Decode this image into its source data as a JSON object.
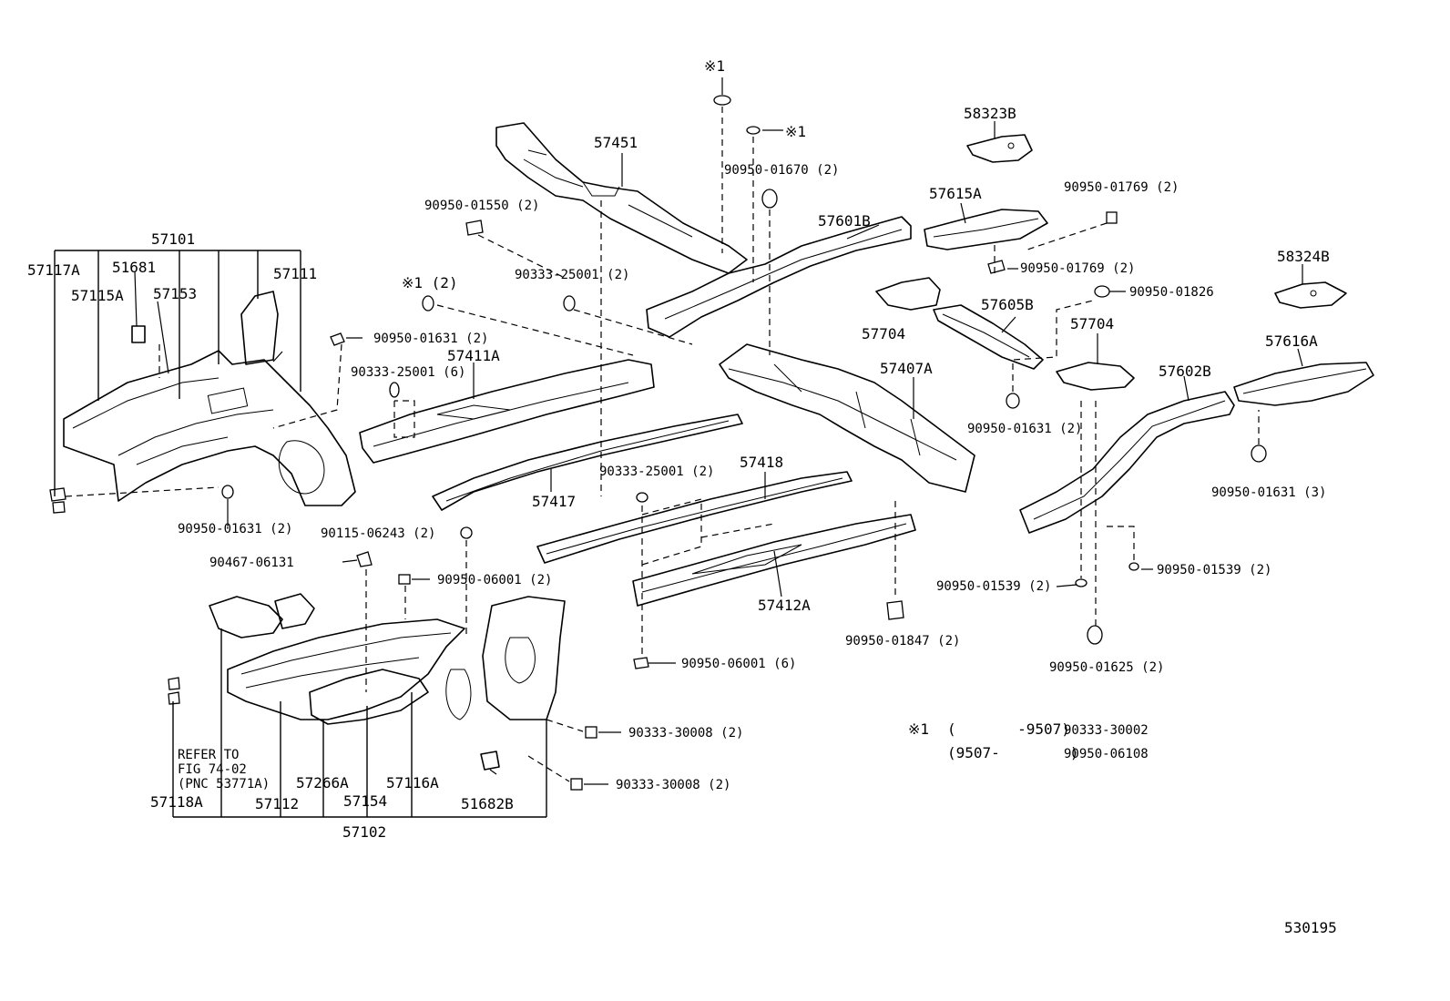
{
  "diagram_id": "530195",
  "refer_note": [
    "REFER TO",
    "FIG 74-02",
    "(PNC 53771A)"
  ],
  "note": {
    "mark": "※1",
    "line1_range": "(       -9507)",
    "line1_part": "90333-30002",
    "line2_range": "(9507-        )",
    "line2_part": "90950-06108"
  },
  "labels": {
    "p57101": "57101",
    "p57117A": "57117A",
    "p51681": "51681",
    "p57115A": "57115A",
    "p57153": "57153",
    "p57111": "57111",
    "p57451": "57451",
    "p57411A": "57411A",
    "p57417": "57417",
    "p57418": "57418",
    "p57412A": "57412A",
    "p57407A": "57407A",
    "p57601B": "57601B",
    "p57615A": "57615A",
    "p58323B": "58323B",
    "p58324B": "58324B",
    "p57704a": "57704",
    "p57704b": "57704",
    "p57605B": "57605B",
    "p57602B": "57602B",
    "p57616A": "57616A",
    "p57266A": "57266A",
    "p57116A": "57116A",
    "p57118A": "57118A",
    "p57112": "57112",
    "p57154": "57154",
    "p57102": "57102",
    "p51682B": "51682B",
    "star1_top": "※1",
    "star1_mid": "※1",
    "star1_left": "※1 (2)",
    "f90950_01670": "90950-01670 (2)",
    "f90950_01550": "90950-01550 (2)",
    "f90333_25001_2a": "90333-25001 (2)",
    "f90950_01631_2a": "90950-01631 (2)",
    "f90333_25001_6": "90333-25001 (6)",
    "f90950_01631_2b": "90950-01631 (2)",
    "f90115_06243": "90115-06243 (2)",
    "f90467_06131": "90467-06131",
    "f90950_06001_2": "90950-06001 (2)",
    "f90333_25001_2b": "90333-25001 (2)",
    "f90950_06001_6": "90950-06001 (6)",
    "f90333_30008_a": "90333-30008 (2)",
    "f90333_30008_b": "90333-30008 (2)",
    "f90950_01847": "90950-01847 (2)",
    "f90950_01769_a": "90950-01769 (2)",
    "f90950_01769_b": "90950-01769 (2)",
    "f90950_01826": "90950-01826",
    "f90950_01631_c": "90950-01631 (2)",
    "f90950_01631_3": "90950-01631 (3)",
    "f90950_01539_a": "90950-01539 (2)",
    "f90950_01539_b": "90950-01539 (2)",
    "f90950_01625": "90950-01625 (2)"
  }
}
